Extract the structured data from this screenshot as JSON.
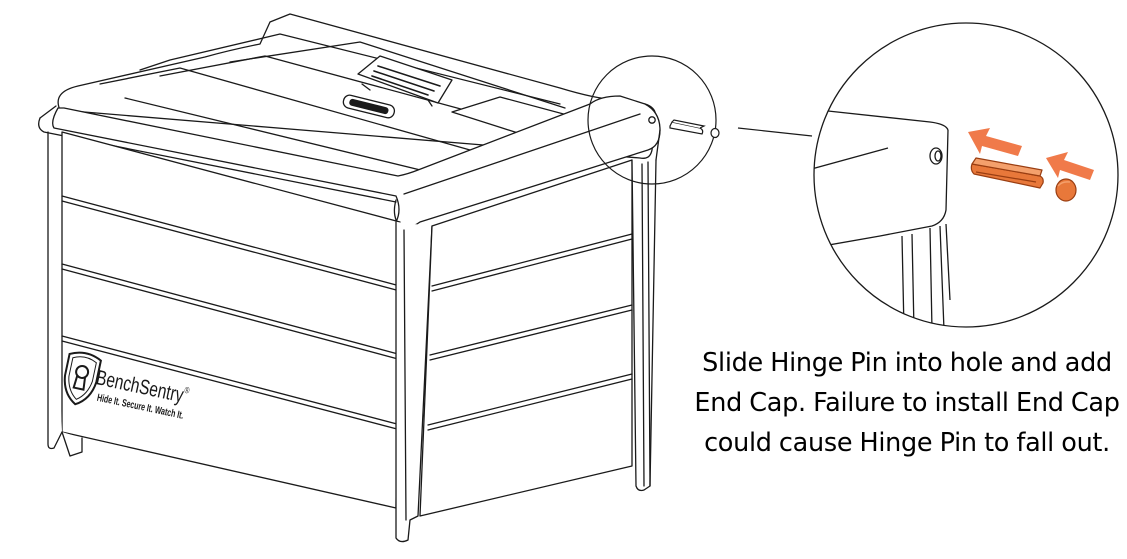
{
  "instruction": {
    "text": "Slide Hinge Pin into hole and add End Cap. Failure to install End Cap could cause Hinge Pin to fall out."
  },
  "brand": {
    "name": "BenchSentry",
    "registered_mark": "®",
    "tagline": "Hide It. Secure It. Watch It."
  },
  "colors": {
    "line": "#1a1a1a",
    "part_fill": "#e8783a",
    "part_stroke": "#9a3e12",
    "arrow": "#f07a4a",
    "background": "#ffffff"
  },
  "icons": {
    "brand_logo": "shield-keyhole-icon",
    "insert_arrows": "left-arrow-icon"
  }
}
